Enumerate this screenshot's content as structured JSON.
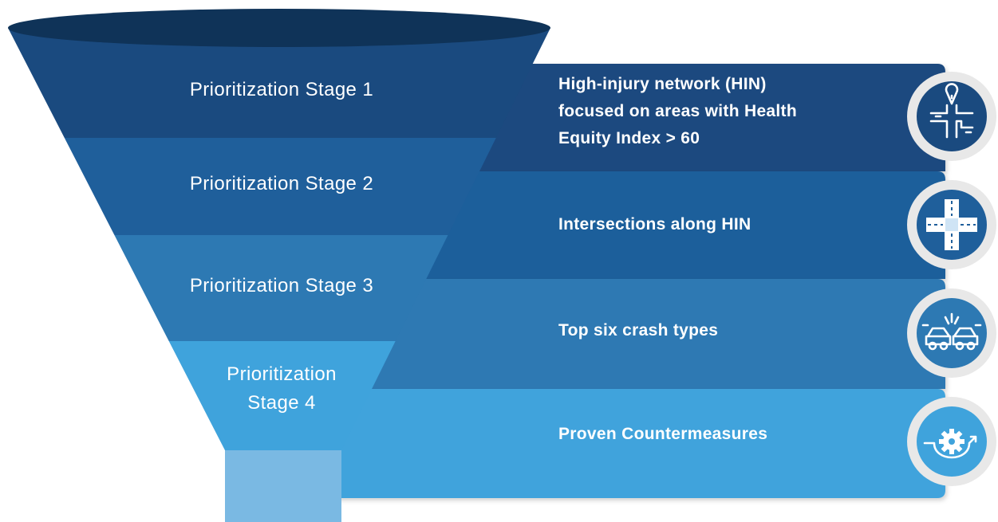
{
  "diagram": {
    "stages": [
      {
        "funnel_label": [
          "Prioritization Stage 1"
        ],
        "band_label": [
          "High-injury network (HIN)",
          "focused on areas with Health",
          "Equity Index > 60"
        ],
        "icon": "road-network-alert-icon",
        "color": "#1a4a7f"
      },
      {
        "funnel_label": [
          "Prioritization Stage 2"
        ],
        "band_label": [
          "Intersections along HIN"
        ],
        "icon": "intersection-icon",
        "color": "#1f5f9b"
      },
      {
        "funnel_label": [
          "Prioritization Stage 3"
        ],
        "band_label": [
          "Top six crash types"
        ],
        "icon": "car-crash-icon",
        "color": "#2d79b3"
      },
      {
        "funnel_label": [
          "Prioritization",
          "Stage 4"
        ],
        "band_label": [
          "Proven Countermeasures"
        ],
        "icon": "countermeasure-gear-icon",
        "color": "#3fa3dc"
      }
    ],
    "colors": {
      "funnel_rim": "#0f3358",
      "funnel_spout": "#7ab9e3",
      "icon_ring": "#e8e8e8"
    }
  }
}
